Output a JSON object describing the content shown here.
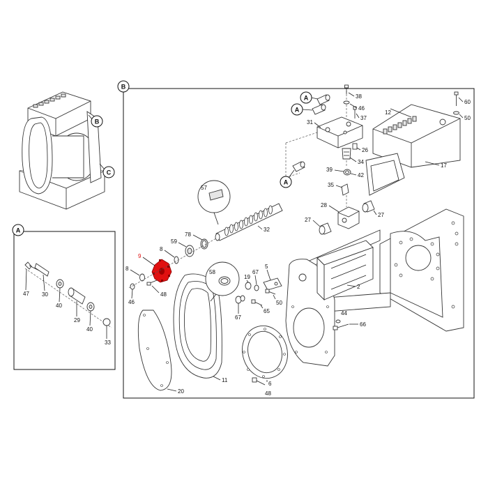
{
  "callouts": {
    "A": "A",
    "B": "B",
    "C": "C"
  },
  "highlight_color": "#e01010",
  "overview_labels": {
    "B": "B",
    "C": "C"
  },
  "panelA_labels": [
    "47",
    "30",
    "40",
    "29",
    "40",
    "33"
  ],
  "panelB_labels": {
    "l38": "38",
    "l60": "60",
    "l46a": "46",
    "l12": "12",
    "l37": "37",
    "l50a": "50",
    "l31": "31",
    "l26": "26",
    "l34": "34",
    "l17": "17",
    "l39": "39",
    "l42": "42",
    "l35": "35",
    "l57": "57",
    "l28": "28",
    "l27a": "27",
    "l27b": "27",
    "l32": "32",
    "l78": "78",
    "l59": "59",
    "l8a": "8",
    "l9": "9",
    "l8b": "8",
    "l46b": "46",
    "l48a": "48",
    "l58": "58",
    "l19": "19",
    "l67a": "67",
    "l5": "5",
    "l50b": "50",
    "l65": "65",
    "l67b": "67",
    "l2": "2",
    "l44": "44",
    "l66": "66",
    "l11": "11",
    "l6": "6",
    "l48b": "48",
    "l20": "20"
  },
  "callout_A_marks": [
    "A",
    "A",
    "A"
  ]
}
